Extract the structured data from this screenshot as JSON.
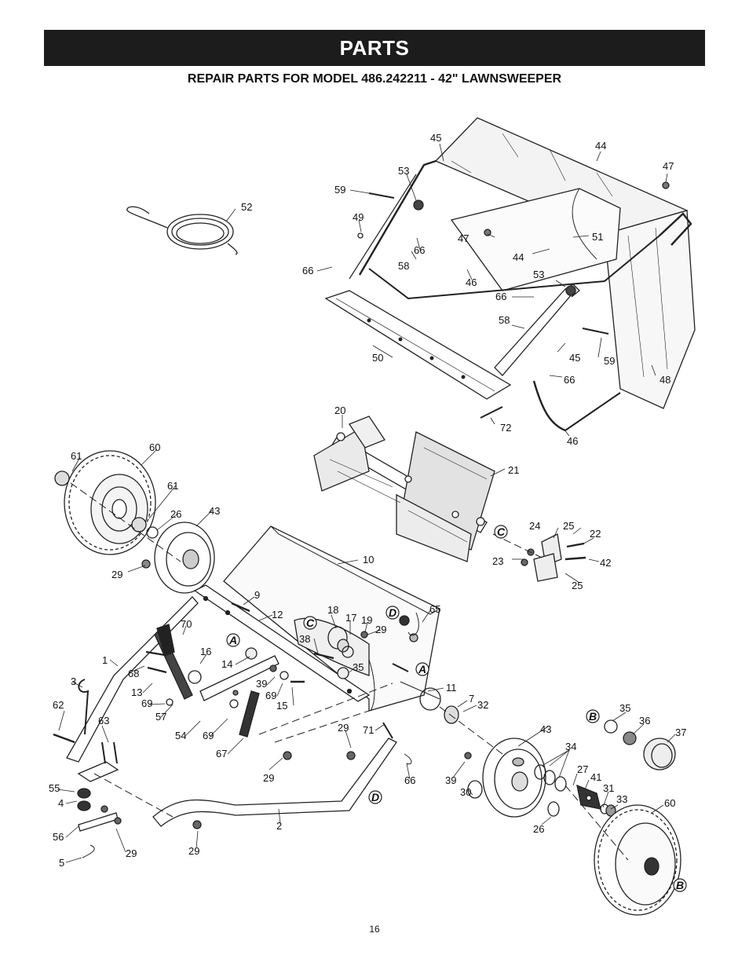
{
  "header": {
    "title": "PARTS",
    "subtitle": "REPAIR PARTS FOR MODEL 486.242211 - 42\" LAWNSWEEPER"
  },
  "footer": {
    "page_number": "16"
  },
  "colors": {
    "banner": "#1c1c1c",
    "banner_text": "#ffffff",
    "line": "#222222"
  },
  "part_numbers": {
    "p1": "1",
    "p2": "2",
    "p3": "3",
    "p4": "4",
    "p5": "5",
    "p7": "7",
    "p9": "9",
    "p10": "10",
    "p11": "11",
    "p12": "12",
    "p13": "13",
    "p14": "14",
    "p15": "15",
    "p16": "16",
    "p17": "17",
    "p18": "18",
    "p19": "19",
    "p20": "20",
    "p21": "21",
    "p22": "22",
    "p23": "23",
    "p24": "24",
    "p25": "25",
    "p26": "26",
    "p27": "27",
    "p29": "29",
    "p30": "30",
    "p31": "31",
    "p32": "32",
    "p33": "33",
    "p34": "34",
    "p35": "35",
    "p36": "36",
    "p37": "37",
    "p38": "38",
    "p39": "39",
    "p41": "41",
    "p42": "42",
    "p43": "43",
    "p44": "44",
    "p45": "45",
    "p46": "46",
    "p47": "47",
    "p48": "48",
    "p49": "49",
    "p50": "50",
    "p51": "51",
    "p52": "52",
    "p53": "53",
    "p54": "54",
    "p55": "55",
    "p56": "56",
    "p57": "57",
    "p58": "58",
    "p59": "59",
    "p60": "60",
    "p61": "61",
    "p62": "62",
    "p63": "63",
    "p65": "65",
    "p66": "66",
    "p67": "67",
    "p68": "68",
    "p69": "69",
    "p70": "70",
    "p71": "71",
    "p72": "72"
  },
  "reference_letters": {
    "a": "A",
    "b": "B",
    "c": "C",
    "d": "D"
  }
}
